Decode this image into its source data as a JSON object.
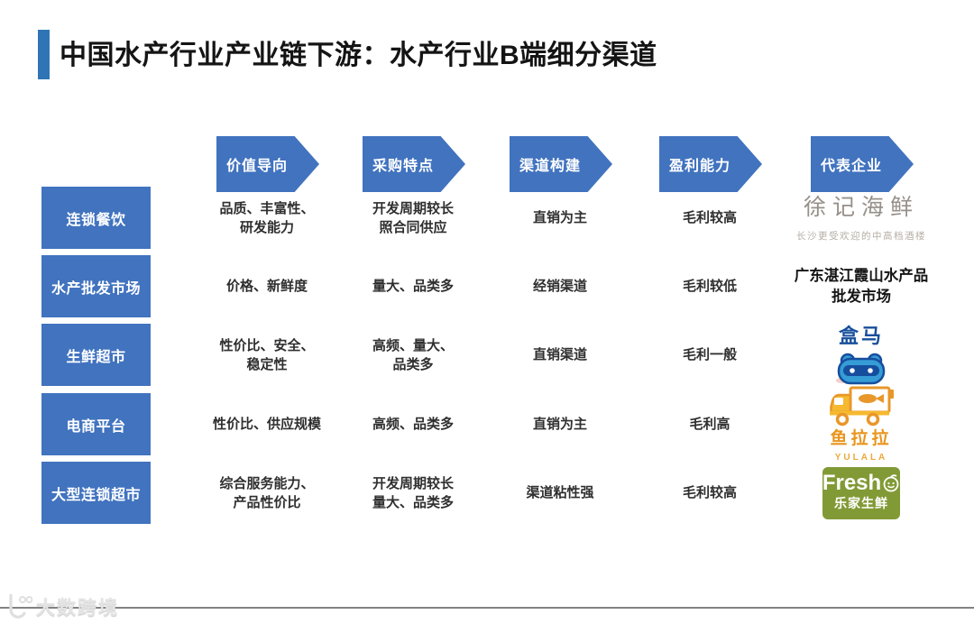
{
  "title": "中国水产行业产业链下游：水产行业B端细分渠道",
  "columns": [
    "价值导向",
    "采购特点",
    "渠道构建",
    "盈利能力",
    "代表企业"
  ],
  "rows": [
    {
      "label": "连锁餐饮",
      "value_orientation": "品质、丰富性、\n研发能力",
      "purchase_traits": "开发周期较长\n照合同供应",
      "channel_structure": "直销为主",
      "profitability": "毛利较高",
      "company": {
        "name": "徐记海鲜",
        "tagline": "长沙更受欢迎的中高档酒楼"
      }
    },
    {
      "label": "水产批发市场",
      "value_orientation": "价格、新鲜度",
      "purchase_traits": "量大、品类多",
      "channel_structure": "经销渠道",
      "profitability": "毛利较低",
      "company": {
        "name": "广东湛江霞山水产品\n批发市场"
      }
    },
    {
      "label": "生鲜超市",
      "value_orientation": "性价比、安全、\n稳定性",
      "purchase_traits": "高频、量大、\n品类多",
      "channel_structure": "直销渠道",
      "profitability": "毛利一般",
      "company": {
        "name": "盒马"
      }
    },
    {
      "label": "电商平台",
      "value_orientation": "性价比、供应规模",
      "purchase_traits": "高频、品类多",
      "channel_structure": "直销为主",
      "profitability": "毛利高",
      "company": {
        "name": "鱼拉拉",
        "sub": "YULALA"
      }
    },
    {
      "label": "大型连锁超市",
      "value_orientation": "综合服务能力、\n产品性价比",
      "purchase_traits": "开发周期较长\n量大、品类多",
      "channel_structure": "渠道粘性强",
      "profitability": "毛利较高",
      "company": {
        "brand": "Fresh",
        "name": "乐家生鲜"
      }
    }
  ],
  "colors": {
    "accent_blue": "#4173BF",
    "title_bar_blue": "#2F75B5",
    "hema_blue": "#174F9B",
    "hema_light_blue": "#359CD6",
    "yulala_orange": "#E8951D",
    "fresh_olive": "#829A36",
    "xuji_gray": "#97908A"
  },
  "watermark": {
    "text": "大数跨境"
  }
}
